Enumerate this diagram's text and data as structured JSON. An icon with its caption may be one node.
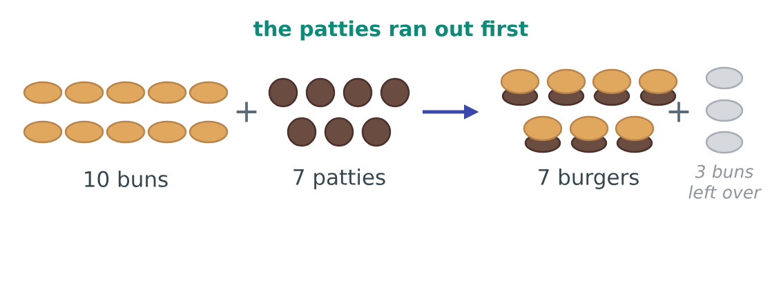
{
  "diagram": {
    "title": "the patties ran out first",
    "labels": [
      "10 buns",
      "+",
      "7 patties",
      "7 burgers",
      "+",
      "3 buns left over"
    ]
  }
}
